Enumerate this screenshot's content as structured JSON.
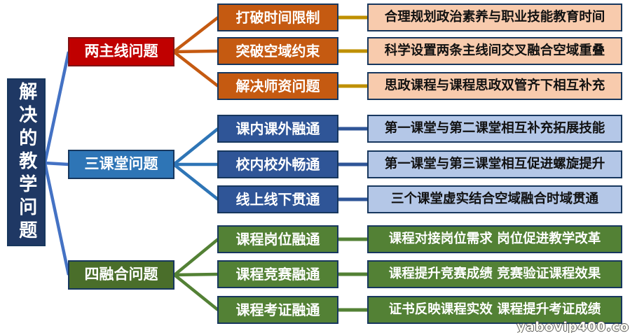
{
  "title": {
    "text": "解决的教学问题"
  },
  "branches": [
    {
      "label": "两主线问题",
      "items": [
        {
          "label": "打破时间限制",
          "desc": "合理规划政治素养与职业技能教育时间"
        },
        {
          "label": "突破空域约束",
          "desc": "科学设置两条主线间交叉融合空域重叠"
        },
        {
          "label": "解决师资问题",
          "desc": "思政课程与课程思政双管齐下相互补充"
        }
      ]
    },
    {
      "label": "三课堂问题",
      "items": [
        {
          "label": "课内课外融通",
          "desc": "第一课堂与第二课堂相互补充拓展技能"
        },
        {
          "label": "校内校外畅通",
          "desc": "第一课堂与第三课堂相互促进螺旋提升"
        },
        {
          "label": "线上线下贯通",
          "desc": "三个课堂虚实结合空域融合时域贯通"
        }
      ]
    },
    {
      "label": "四融合问题",
      "items": [
        {
          "label": "课程岗位融通",
          "desc": "课程对接岗位需求  岗位促进教学改革"
        },
        {
          "label": "课程竞赛融通",
          "desc": "课程提升竞赛成绩  竞赛验证课程效果"
        },
        {
          "label": "课程考证融通",
          "desc": "证书反映课程实效  课程提升考证成绩"
        }
      ]
    }
  ],
  "watermark": "yabovip400.co",
  "colors": {
    "root_bg": "#1F3864",
    "branch1_bg": "#C00000",
    "branch1_border": "#7F1416",
    "branch2_bg": "#2E75B6",
    "branch3_bg": "#4A6E2A",
    "sub_orange_bg": "#C55A11",
    "sub_blue_bg": "#2F5597",
    "sub_green_bg": "#538135",
    "desc_peach_bg": "#F8CBAD",
    "desc_lightblue_bg": "#B4C7E7",
    "desc_green_bg": "#538135",
    "line_root_blue": "#4472C4",
    "line_orange": "#C55A11",
    "line_gold": "#BF9000",
    "line_midblue": "#2E75B6",
    "line_navy": "#2F5597",
    "line_green": "#538135",
    "border_dark": "#17375E"
  }
}
